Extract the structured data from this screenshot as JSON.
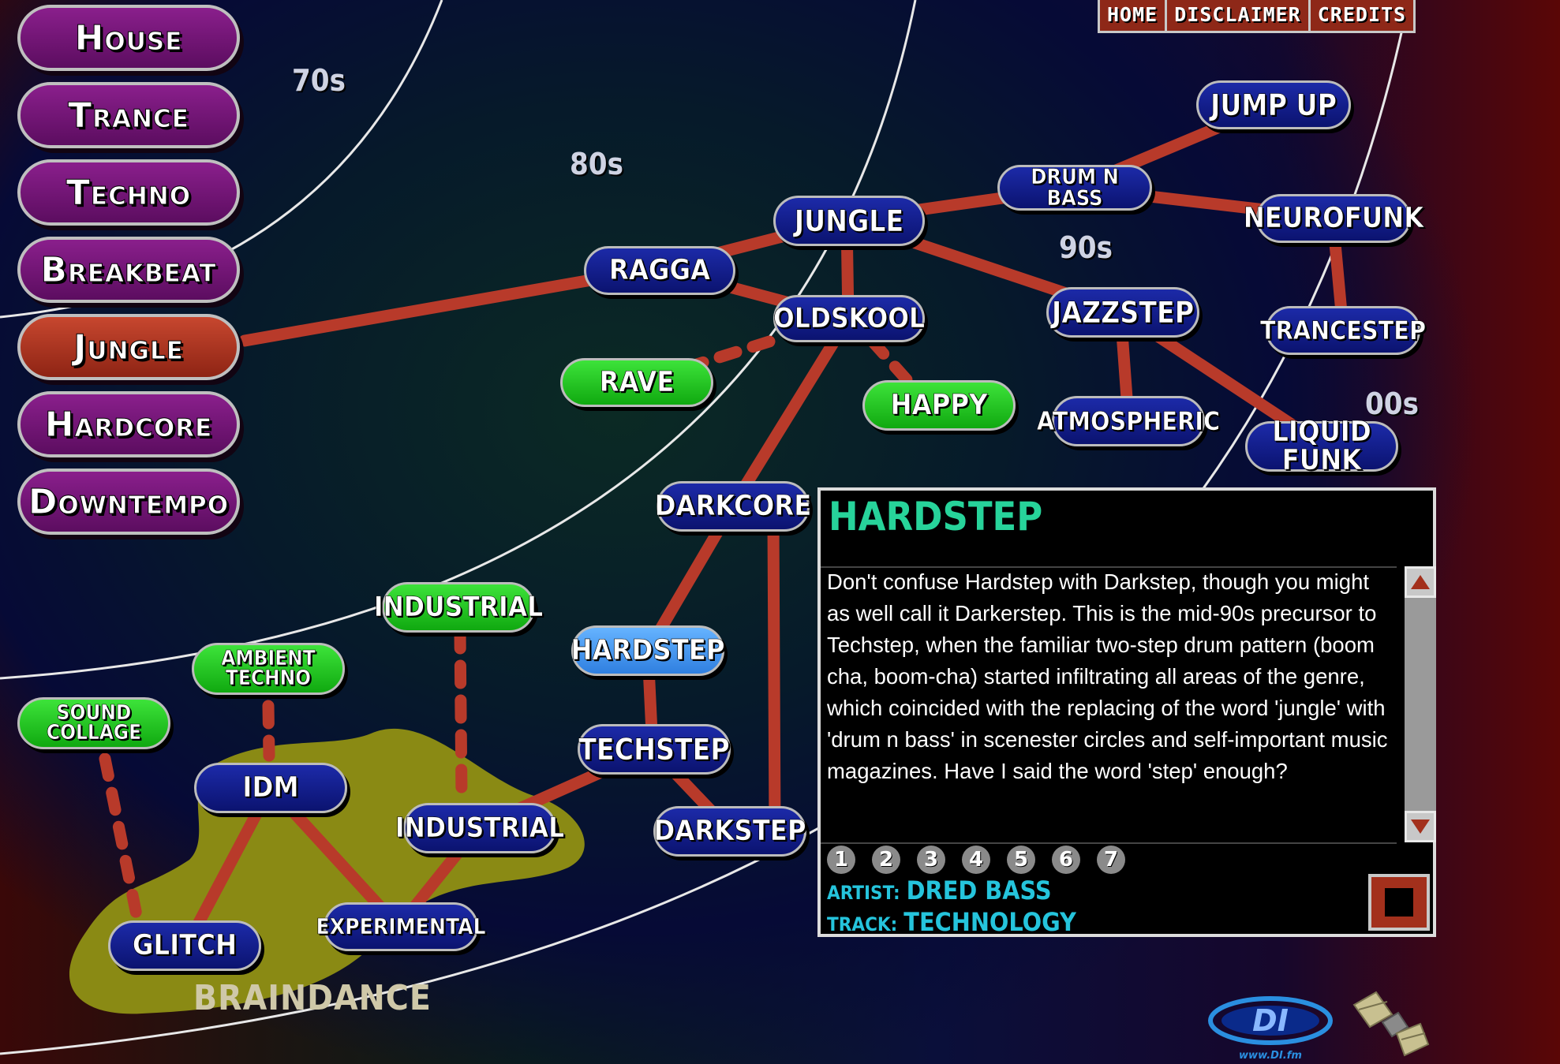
{
  "top_nav": [
    "HOME",
    "DISCLAIMER",
    "CREDITS"
  ],
  "sidebar": [
    {
      "label": "House",
      "active": false
    },
    {
      "label": "Trance",
      "active": false
    },
    {
      "label": "Techno",
      "active": false
    },
    {
      "label": "Breakbeat",
      "active": false
    },
    {
      "label": "Jungle",
      "active": true
    },
    {
      "label": "Hardcore",
      "active": false
    },
    {
      "label": "Downtempo",
      "active": false
    }
  ],
  "decades": [
    "70s",
    "80s",
    "90s",
    "00s"
  ],
  "genres": {
    "ragga": "RAGGA",
    "jungle": "JUNGLE",
    "oldskool": "OLDSKOOL",
    "rave": "RAVE",
    "happy": "HAPPY",
    "drum_n_bass": "DRUM N BASS",
    "jump_up": "JUMP UP",
    "neurofunk": "NEUROFUNK",
    "trancestep": "TRANCESTEP",
    "jazzstep": "JAZZSTEP",
    "atmospheric": "ATMOSPHERIC",
    "liquid_funk": "LIQUID FUNK",
    "darkcore": "DARKCORE",
    "hardstep": "HARDSTEP",
    "techstep": "TECHSTEP",
    "darkstep": "DARKSTEP",
    "industrial_green": "INDUSTRIAL",
    "ambient_techno": "AMBIENT TECHNO",
    "sound_collage": "SOUND COLLAGE",
    "idm": "IDM",
    "industrial_blue": "INDUSTRIAL",
    "glitch": "GLITCH",
    "experimental": "EXPERIMENTAL"
  },
  "braindance_label": "BRAINDANCE",
  "info": {
    "title": "HARDSTEP",
    "body": "Don't confuse Hardstep with Darkstep, though you might as well call it Darkerstep. This is the mid-90s precursor to Techstep, when the familiar two-step drum pattern (boom cha, boom-cha) started infiltrating all areas of the genre, which coincided with the replacing of the word 'jungle' with 'drum n bass' in scenester circles and self-important music magazines. Have I said the word 'step' enough?",
    "tracks": [
      "1",
      "2",
      "3",
      "4",
      "5",
      "6",
      "7"
    ],
    "artist_label": "ARTIST:",
    "artist": "DRED BASS",
    "track_label": "TRACK:",
    "track": "TECHNOLOGY"
  },
  "logo": {
    "text": "DI",
    "url": "www.DI.fm"
  },
  "colors": {
    "node_blue": "#0b1370",
    "node_green": "#10a910",
    "node_highlight": "#2f7fe0",
    "connector": "#b83a2a",
    "sidebar_purple": "#5c0d60",
    "sidebar_active": "#8e2414",
    "info_title": "#27d39a",
    "info_meta": "#25c4dc"
  }
}
